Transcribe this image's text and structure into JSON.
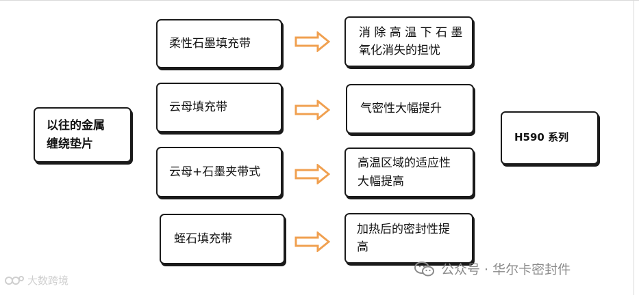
{
  "left_box": {
    "line1": "以往的金属",
    "line2": "缠绕垫片"
  },
  "rows": [
    {
      "material": "柔性石墨填充带",
      "effect_line1": "消 除 高 温 下 石 墨",
      "effect_line2": "氧化消失的担忧"
    },
    {
      "material": "云母填充带",
      "effect_line1": "气密性大幅提升",
      "effect_line2": ""
    },
    {
      "material": "云母+石墨夹带式",
      "effect_line1": "高温区域的适应性",
      "effect_line2": "大幅提高"
    },
    {
      "material": "蛭石填充带",
      "effect_line1": "加热后的密封性提",
      "effect_line2": "高"
    }
  ],
  "right_box": {
    "label": "H590 系列"
  },
  "watermark_left": "大数跨境",
  "watermark_right": "公众号 · 华尔卡密封件",
  "colors": {
    "arrow": "#F0A050",
    "border": "#1a1a1a"
  }
}
